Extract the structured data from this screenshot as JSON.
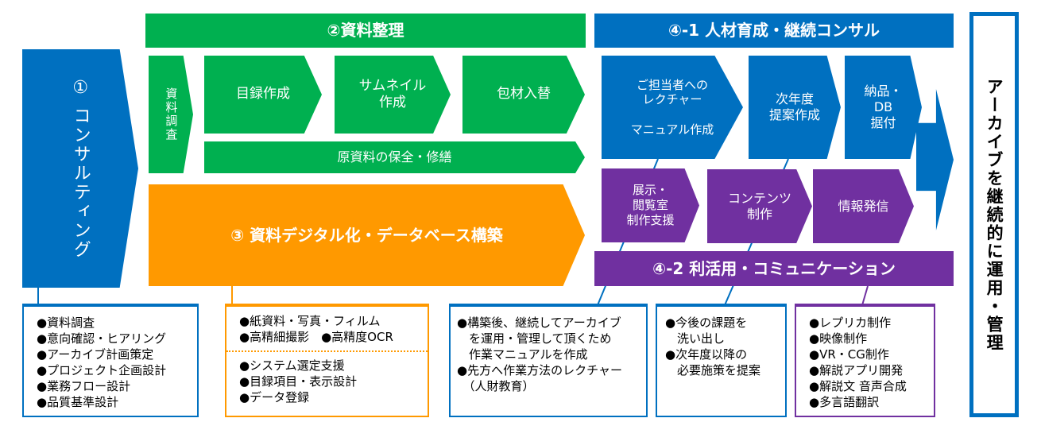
{
  "colors": {
    "blue": "#0070c0",
    "green": "#00b050",
    "orange": "#ff9900",
    "purple": "#7030a0"
  },
  "consulting": {
    "title": "① コンサルティング"
  },
  "organize": {
    "header": "②資料整理",
    "survey": "資料調査",
    "catalog": "目録作成",
    "thumbnail": "サムネイル\n作成",
    "repack": "包材入替",
    "conservation": "原資料の保全・修繕"
  },
  "digital": {
    "title": "③ 資料デジタル化・データベース構築"
  },
  "training": {
    "header": "④-1 人材育成・継続コンサル",
    "lecture": "ご担当者への\nレクチャー\n\nマニュアル作成",
    "proposal": "次年度\n提案作成",
    "delivery": "納品・\nDB\n据付"
  },
  "utilization": {
    "header": "④-2 利活用・コミュニケーション",
    "exhibit": "展示・\n閲覧室\n制作支援",
    "content": "コンテンツ\n制作",
    "info": "情報発信"
  },
  "archive": {
    "title": "アーカイブを継続的に運用・管理"
  },
  "details": {
    "consulting": [
      "●資料調査",
      "●意向確認・ヒアリング",
      "●アーカイブ計画策定",
      "●プロジェクト企画設計",
      "●業務フロー設計",
      "●品質基準設計"
    ],
    "digital_top": [
      "●紙資料・写真・フィルム",
      "●高精細撮影　●高精度OCR"
    ],
    "digital_bottom": [
      "●システム選定支援",
      "●目録項目・表示設計",
      "●データ登録"
    ],
    "training": [
      "●構築後、継続してアーカイブ",
      "　を運用・管理して頂くため",
      "　作業マニュアルを作成",
      "●先方へ作業方法のレクチャー",
      "　（人財教育）"
    ],
    "proposal": [
      "●今後の課題を",
      "　洗い出し",
      "●次年度以降の",
      "　必要施策を提案"
    ],
    "utilization": [
      "●レプリカ制作",
      "●映像制作",
      "●VR・CG制作",
      "●解説アプリ開発",
      "●解説文 音声合成",
      "●多言語翻訳"
    ]
  }
}
